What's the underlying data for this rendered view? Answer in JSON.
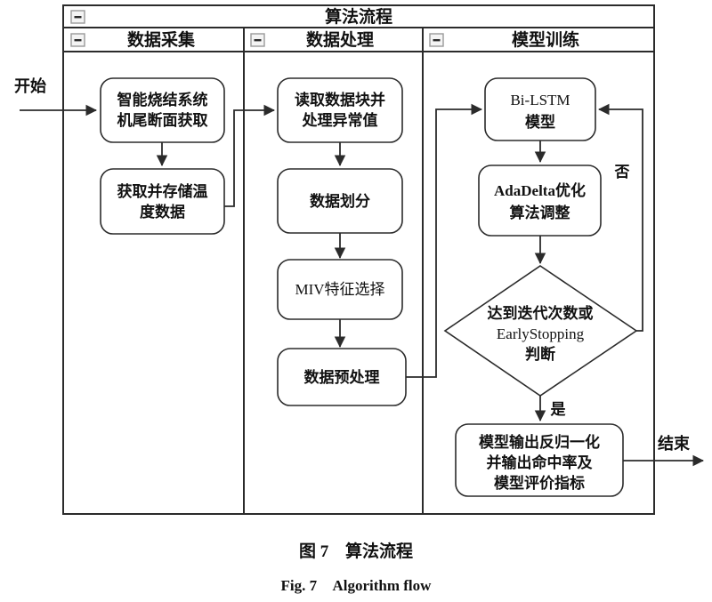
{
  "figure": {
    "frame_title": "算法流程",
    "lanes": [
      {
        "id": "lane-collect",
        "title": "数据采集",
        "collapse_icon": "collapse-minus-icon"
      },
      {
        "id": "lane-process",
        "title": "数据处理",
        "collapse_icon": "collapse-minus-icon"
      },
      {
        "id": "lane-training",
        "title": "模型训练",
        "collapse_icon": "collapse-minus-icon"
      }
    ],
    "root_collapse_icon": "collapse-minus-icon",
    "terminators": {
      "start": "开始",
      "end": "结束"
    },
    "nodes": [
      {
        "id": "node-sinter-capture",
        "lane": "lane-collect",
        "shape": "rounded-rect",
        "lines": [
          "智能烧结系统",
          "机尾断面获取"
        ]
      },
      {
        "id": "node-store-temp",
        "lane": "lane-collect",
        "shape": "rounded-rect",
        "lines": [
          "获取并存储温",
          "度数据"
        ]
      },
      {
        "id": "node-read-block",
        "lane": "lane-process",
        "shape": "rounded-rect",
        "lines": [
          "读取数据块并",
          "处理异常值"
        ]
      },
      {
        "id": "node-data-split",
        "lane": "lane-process",
        "shape": "rounded-rect",
        "lines": [
          "数据划分"
        ]
      },
      {
        "id": "node-miv-feature",
        "lane": "lane-process",
        "shape": "rounded-rect",
        "lines": [
          "MIV特征选择"
        ]
      },
      {
        "id": "node-preprocess",
        "lane": "lane-process",
        "shape": "rounded-rect",
        "lines": [
          "数据预处理"
        ]
      },
      {
        "id": "node-bilstm",
        "lane": "lane-training",
        "shape": "rounded-rect",
        "lines": [
          "Bi-LSTM",
          "模型"
        ]
      },
      {
        "id": "node-adadelta",
        "lane": "lane-training",
        "shape": "rounded-rect",
        "lines": [
          "AdaDelta优化",
          "算法调整"
        ]
      },
      {
        "id": "node-decision",
        "lane": "lane-training",
        "shape": "diamond",
        "lines": [
          "达到迭代次数或",
          "EarlyStopping",
          "判断"
        ]
      },
      {
        "id": "node-output",
        "lane": "lane-training",
        "shape": "rounded-rect",
        "lines": [
          "模型输出反归一化",
          "并输出命中率及",
          "模型评价指标"
        ]
      }
    ],
    "edge_labels": {
      "decision_no": "否",
      "decision_yes": "是"
    }
  },
  "caption": {
    "cn_label": "图 7",
    "cn_title": "算法流程",
    "en_label": "Fig. 7",
    "en_title": "Algorithm flow"
  },
  "colors": {
    "line": "#2b2b2b",
    "text": "#111111",
    "page_bg": "#ffffff",
    "collapse_fill": "#f4f4f4",
    "collapse_stroke": "#9a9a9a"
  }
}
